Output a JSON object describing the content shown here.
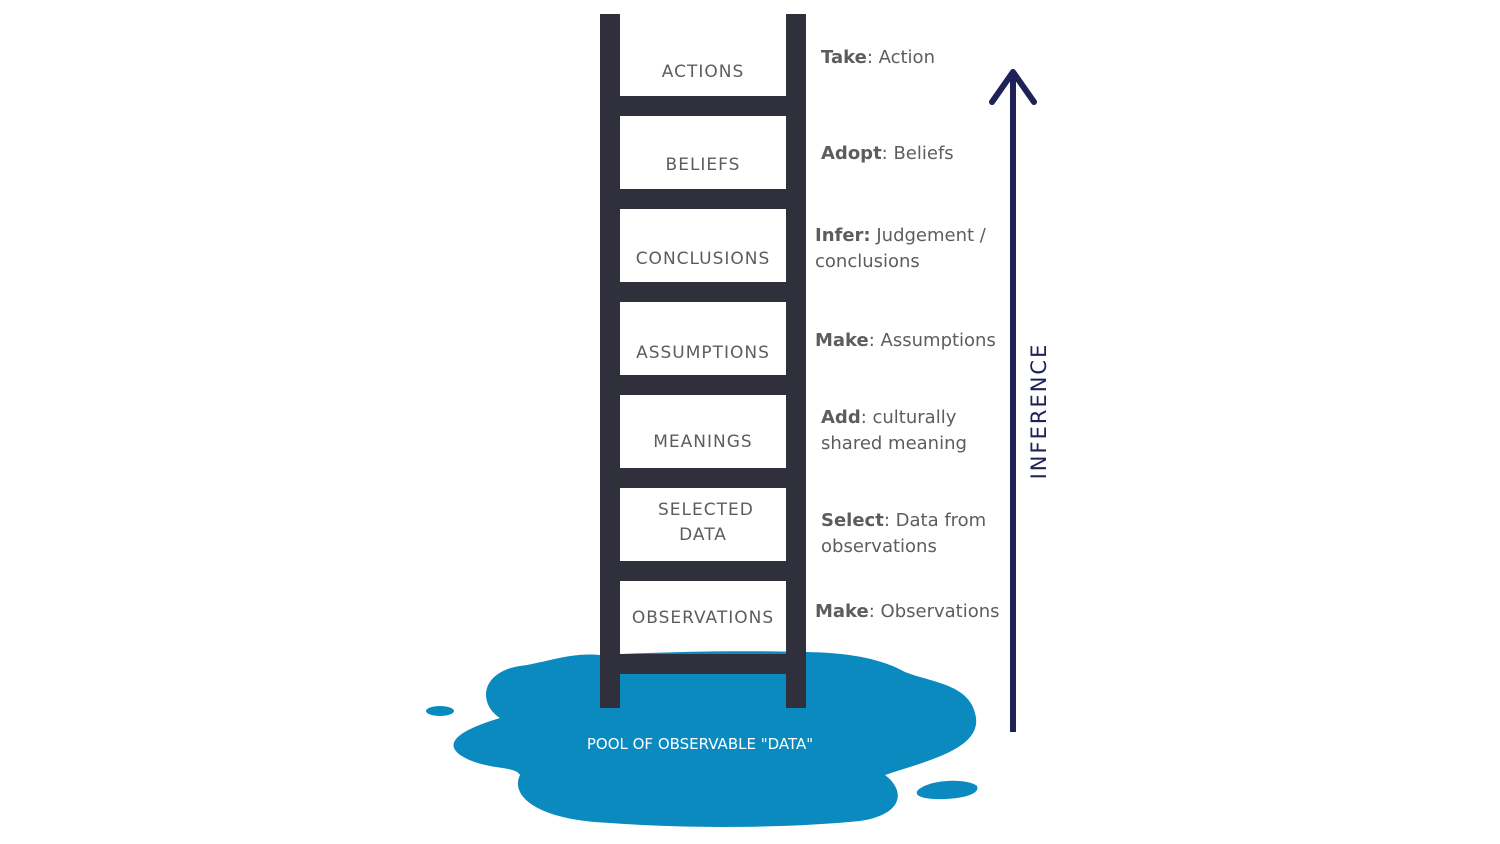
{
  "colors": {
    "ladder": "#302f3c",
    "pool": "#0a8abf",
    "arrow": "#1f2157",
    "text": "#5d5d5d"
  },
  "rungs": [
    {
      "label": "ACTIONS"
    },
    {
      "label": "BELIEFS"
    },
    {
      "label": "CONCLUSIONS"
    },
    {
      "label": "ASSUMPTIONS"
    },
    {
      "label": "MEANINGS"
    },
    {
      "label": "SELECTED DATA"
    },
    {
      "label": "OBSERVATIONS"
    }
  ],
  "steps": [
    {
      "verb": "Take",
      "rest": ": Action"
    },
    {
      "verb": "Adopt",
      "rest": ": Beliefs"
    },
    {
      "verb": "Infer:",
      "rest": " Judgement / conclusions"
    },
    {
      "verb": "Make",
      "rest": ": Assumptions"
    },
    {
      "verb": "Add",
      "rest": ": culturally shared meaning"
    },
    {
      "verb": "Select",
      "rest": ": Data from observations"
    },
    {
      "verb": "Make",
      "rest": ": Observations"
    }
  ],
  "inference_label": "INFERENCE",
  "pool_label": "POOL OF OBSERVABLE \"DATA\""
}
